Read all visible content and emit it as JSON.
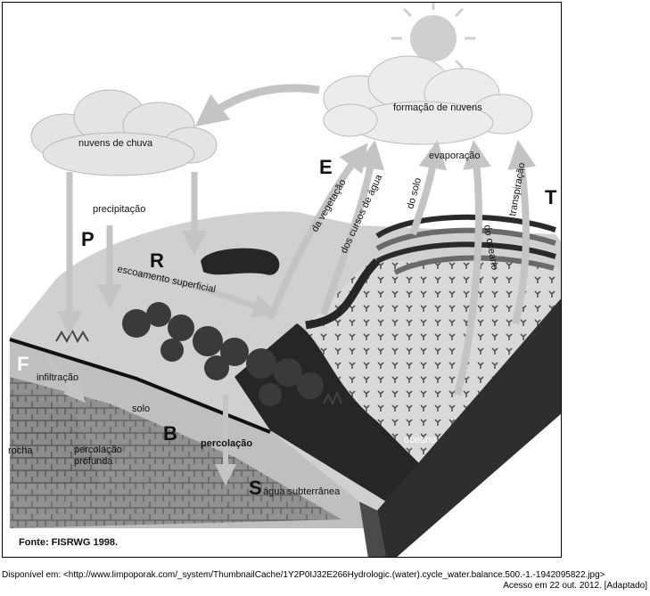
{
  "letters": {
    "E": "E",
    "T": "T",
    "P": "P",
    "R": "R",
    "F": "F",
    "B": "B",
    "S": "S"
  },
  "labels": {
    "formacao_nuvens": "formação de nuvens",
    "nuvens_chuva": "nuvens de chuva",
    "precipitacao": "precipitação",
    "evaporacao": "evaporação",
    "da_vegetacao": "da vegetação",
    "dos_cursos": "dos cursos de água",
    "do_solo": "do solo",
    "do_oceano": "do oceano",
    "transpiracao": "transpiração",
    "escoamento": "escoamento superficial",
    "infiltracao": "infiltração",
    "solo": "solo",
    "percolacao": "percolação",
    "percolacao_profunda_1": "percolação",
    "percolacao_profunda_2": "profunda",
    "rocha": "rocha",
    "oceano": "oceano",
    "agua_subterranea": "água subterrânea",
    "fonte": "Fonte: FISRWG 1998."
  },
  "caption": {
    "line1": "Disponível em: <http://www.limpoporak.com/_system/ThumbnailCache/1Y2P0IJ32E266Hydrologic.(water).cycle_water.balance.500.-1.-1942095822.jpg>",
    "line2": "Acesso em 22 out. 2012. [Adaptado]"
  },
  "colors": {
    "sky": "#ffffff",
    "land_light": "#d6d6d6",
    "land_mid": "#b5b5b5",
    "ocean": "#262626",
    "rock": "#8a8a8a",
    "sun": "#cfcfcf",
    "arrow": "#bdbdbd"
  }
}
